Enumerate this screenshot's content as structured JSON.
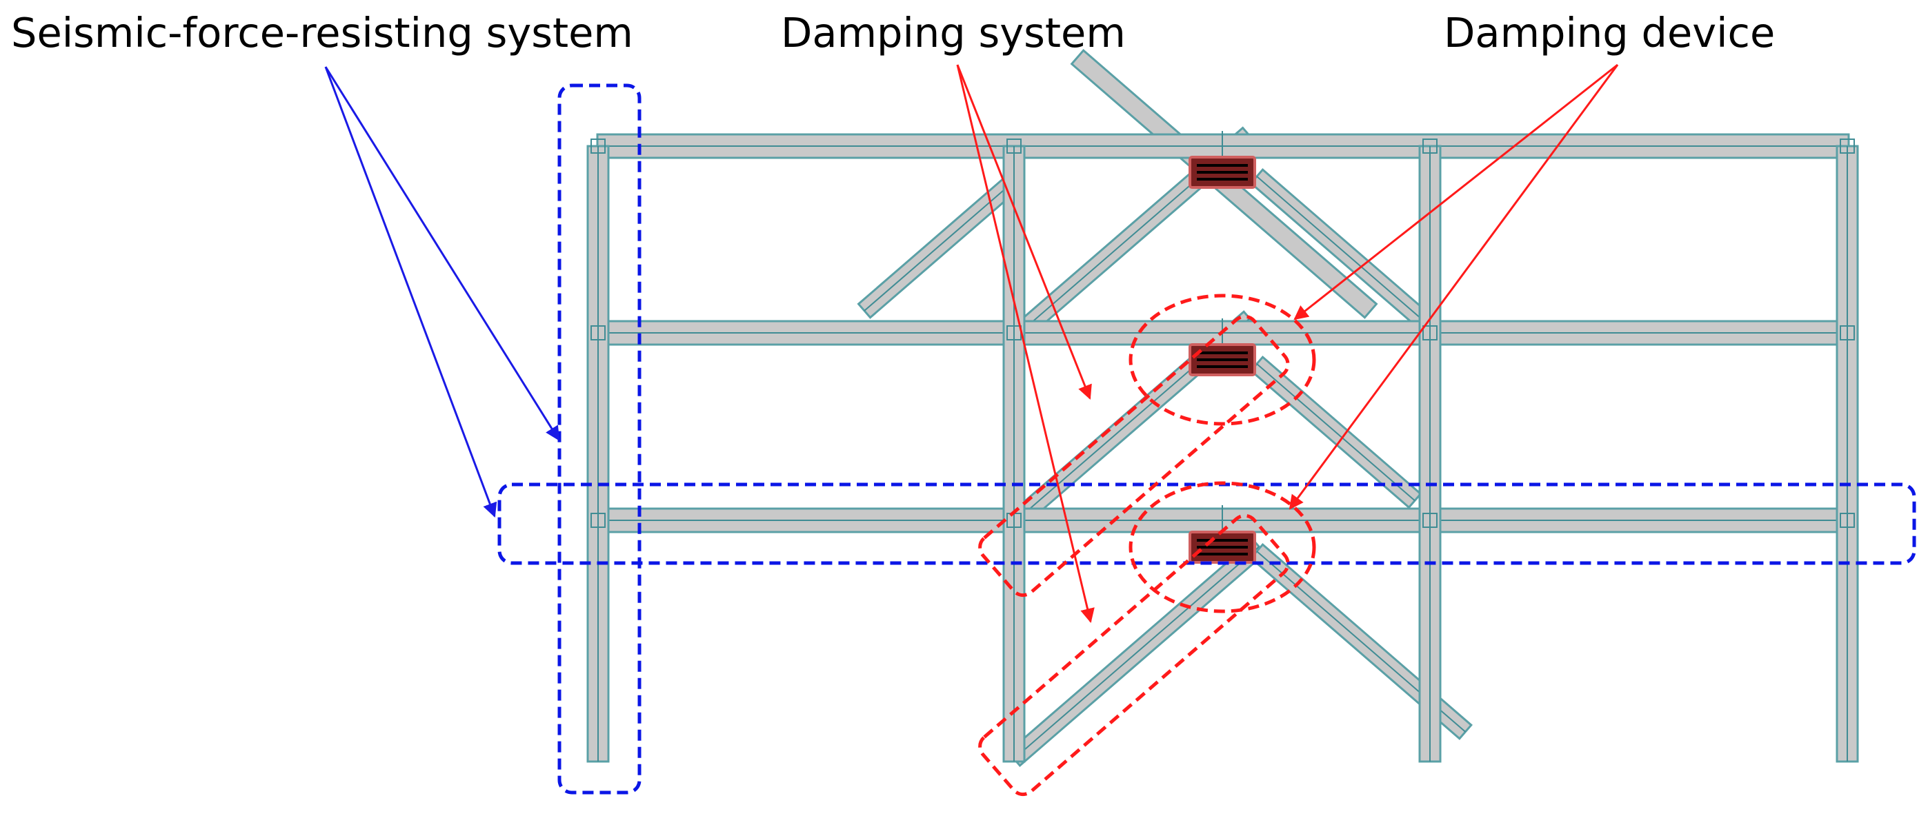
{
  "labels": {
    "seismic_force_resisting_system": "Seismic-force-resisting system",
    "damping_system": "Damping system",
    "damping_device": "Damping device"
  },
  "colors": {
    "member_fill": "#c9c9c9",
    "member_outline": "#5aa0a6",
    "seismic_highlight": "#0b16e6",
    "damping_highlight": "#ff1a1a",
    "device_fill": "#7a2020"
  }
}
